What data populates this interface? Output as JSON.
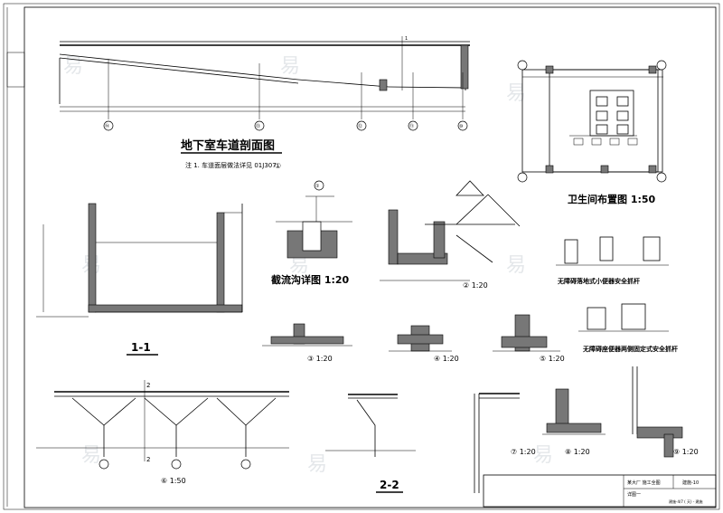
{
  "title_ramp": "地下室车道剖面图",
  "note_ramp": "注 1. 车道面层做法详见 01J307",
  "note_ramp_symbol": "①",
  "title_toilet": "卫生间布置图 1:50",
  "title_trench": "截流沟详图 1:20",
  "trench_bubble": "①",
  "title_section_11": "1-1",
  "title_section_22": "2-2",
  "label_detail_2": "② 1:20",
  "label_detail_3": "③ 1:20",
  "label_detail_4": "④ 1:20",
  "label_detail_5": "⑤ 1:20",
  "label_detail_6": "⑥ 1:50",
  "label_detail_7": "⑦ 1:20",
  "label_detail_8": "⑧ 1:20",
  "label_detail_9": "⑨ 1:20",
  "note_urinal": "无障碍落地式小便器安全抓杆",
  "note_seat": "无障碍座便器两侧固定式安全抓杆",
  "label_22_marker": "2",
  "title_block": {
    "project": "某大厂 施工全图",
    "sheet": "详图一",
    "code": "建施-4/7 ( 天) - 建施",
    "scale": "建施-10"
  },
  "watermark": "易",
  "axis_bubbles": [
    "⑭",
    "⑬",
    "⑫",
    "⑪",
    "⑩"
  ]
}
